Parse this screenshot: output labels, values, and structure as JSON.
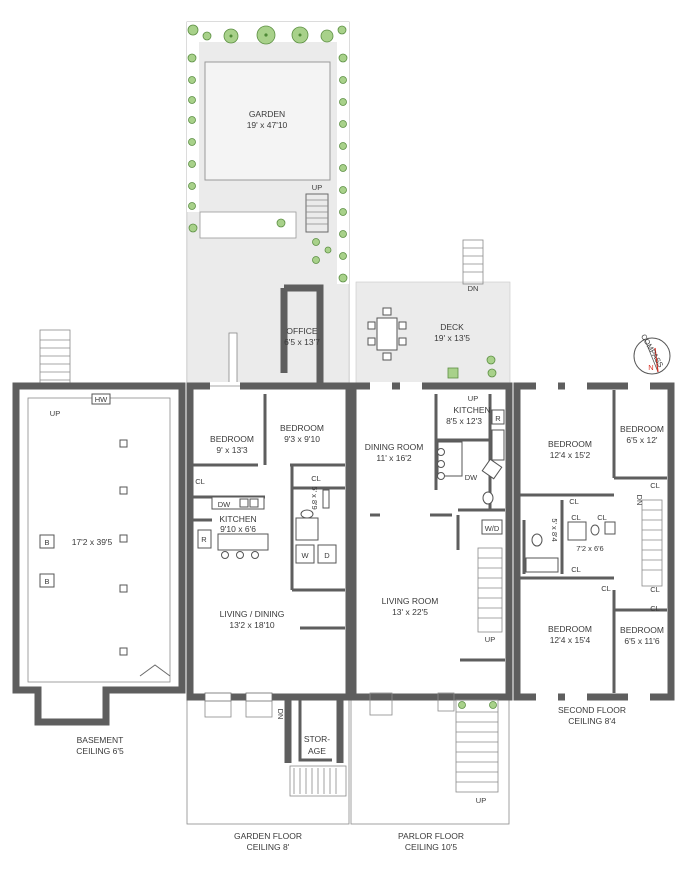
{
  "labels": {
    "garden_name": "GARDEN",
    "garden_dim": "19' x 47'10",
    "deck_name": "DECK",
    "deck_dim": "19' x 13'5",
    "office_name": "OFFICE",
    "office_dim": "6'5 x 13'7",
    "g_bedroom1_name": "BEDROOM",
    "g_bedroom1_dim": "9' x 13'3",
    "g_bedroom2_name": "BEDROOM",
    "g_bedroom2_dim": "9'3 x 9'10",
    "g_kitchen_name": "KITCHEN",
    "g_kitchen_dim": "9'10 x 6'6",
    "g_bath_dim": "5' x 8'9",
    "g_living_name": "LIVING / DINING",
    "g_living_dim": "13'2 x 18'10",
    "storage_1": "STOR-",
    "storage_2": "AGE",
    "basement_dim": "17'2 x 39'5",
    "basement_title": "BASEMENT",
    "basement_ceiling": "CEILING 6'5",
    "garden_floor_title": "GARDEN FLOOR",
    "garden_floor_ceiling": "CEILING 8'",
    "p_dining_name": "DINING ROOM",
    "p_dining_dim": "11' x 16'2",
    "p_kitchen_name": "KITCHEN",
    "p_kitchen_dim": "8'5 x 12'3",
    "p_living_name": "LIVING ROOM",
    "p_living_dim": "13' x 22'5",
    "parlor_floor_title": "PARLOR FLOOR",
    "parlor_floor_ceiling": "CEILING 10'5",
    "s_bed1_name": "BEDROOM",
    "s_bed1_dim": "12'4 x 15'2",
    "s_bed2_name": "BEDROOM",
    "s_bed2_dim": "6'5 x 12'",
    "s_bed3_name": "BEDROOM",
    "s_bed3_dim": "12'4 x 15'4",
    "s_bed4_name": "BEDROOM",
    "s_bed4_dim": "6'5 x 11'6",
    "s_bath1_dim": "5' x 8'4",
    "s_bath2_dim": "7'2 x 6'6",
    "second_floor_title": "SECOND FLOOR",
    "second_floor_ceiling": "CEILING 8'4",
    "compass": "COMPASS",
    "north": "N",
    "hw": "HW",
    "b": "B",
    "cl": "CL",
    "dw": "DW",
    "r": "R",
    "w": "W",
    "d": "D",
    "wd": "W/D",
    "up": "UP",
    "dn": "DN"
  },
  "colors": {
    "wall": "#5e5e5e",
    "paving": "#ebebeb",
    "greenery": "#a8d18a",
    "north_arrow": "#d93025"
  }
}
